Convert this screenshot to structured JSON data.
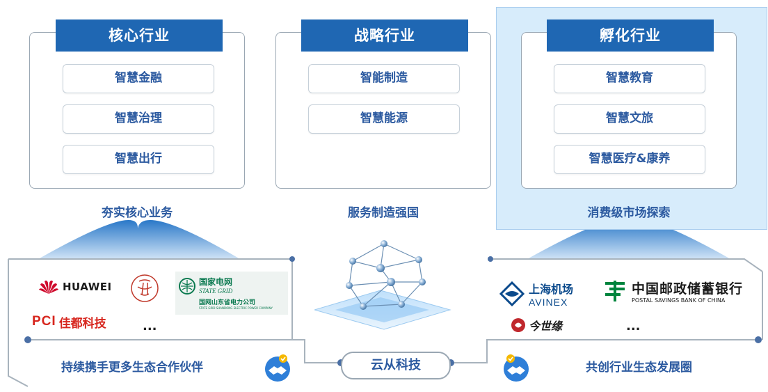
{
  "columns": [
    {
      "header": "核心行业",
      "items": [
        "智慧金融",
        "智慧治理",
        "智慧出行"
      ],
      "caption": "夯实核心业务"
    },
    {
      "header": "战略行业",
      "items": [
        "智能制造",
        "智慧能源"
      ],
      "caption": "服务制造强国"
    },
    {
      "header": "孵化行业",
      "items": [
        "智慧教育",
        "智慧文旅",
        "智慧医疗&康养"
      ],
      "caption": "消费级市场探索"
    }
  ],
  "left_partners": {
    "caption": "持续携手更多生态合作伙伴",
    "logos": {
      "huawei": "HUAWEI",
      "grid_cn": "国家电网",
      "grid_en": "STATE GRID",
      "grid_sub": "国网山东省电力公司",
      "grid_sub_en": "STATE GRID SHANDONG ELECTRIC POWER COMPANY",
      "pci_mark": "PCI",
      "pci_cn": "佳都科技",
      "more": "..."
    }
  },
  "right_partners": {
    "caption": "共创行业生态发展圈",
    "logos": {
      "airport_cn": "上海机场",
      "airport_en": "AVINEX",
      "psbc_cn": "中国邮政储蓄银行",
      "psbc_en": "POSTAL SAVINGS BANK OF CHINA",
      "jsy": "今世缘",
      "more": "..."
    }
  },
  "center": {
    "label": "云从科技"
  },
  "colors": {
    "header_blue": "#1f67b3",
    "text_blue": "#2c5aa0",
    "frame_gray": "#9aa7b3",
    "incubate_bg": "#d7ecfb",
    "huawei_red": "#cf0a2c",
    "grid_green": "#0b7a50",
    "psbc_green": "#00843d"
  }
}
